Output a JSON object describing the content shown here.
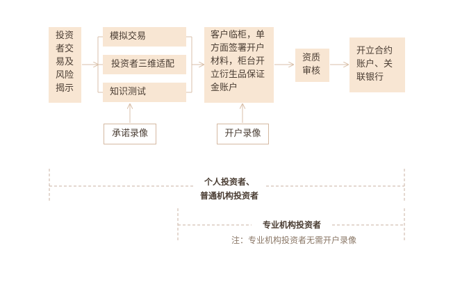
{
  "flow": {
    "risk_disclosure": "投资者交易及风险揭示",
    "simulated_trading": "模拟交易",
    "three_dim_matching": "投资者三维适配",
    "knowledge_test": "知识测试",
    "commitment_video": "承诺录像",
    "counter_signing": "客户临柜，单方面签署开户材料，柜台开立衍生品保证金账户",
    "account_video": "开户录像",
    "qualification_review": "资质审核",
    "open_contract_account": "开立合约账户、关联银行"
  },
  "scopes": {
    "individual_line1": "个人投资者、",
    "individual_line2": "普通机构投资者",
    "professional": "专业机构投资者",
    "note": "注：专业机构投资者无需开户录像"
  },
  "colors": {
    "box_fill": "#f8e6d3",
    "box_border": "#d4b8a1",
    "line": "#d9bfa8",
    "text": "#4a3d33",
    "note_text": "#8a7766"
  }
}
